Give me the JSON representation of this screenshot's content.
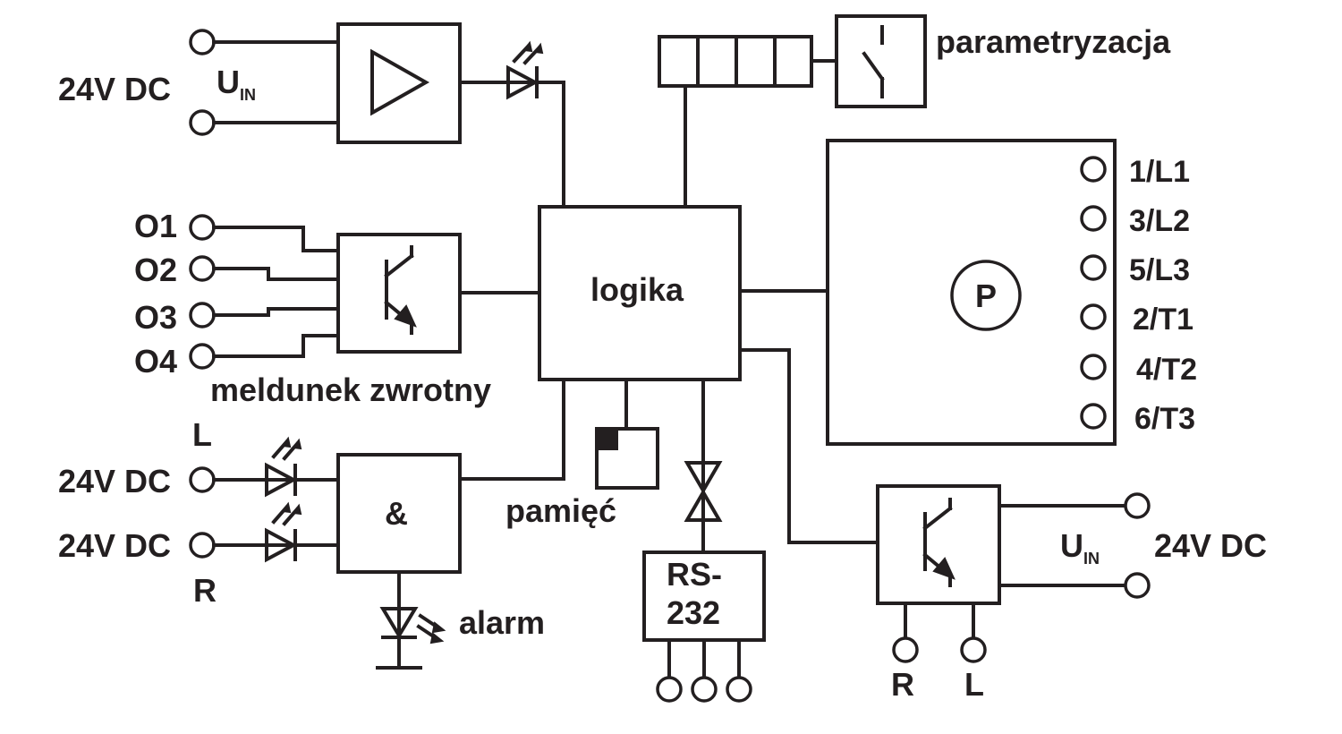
{
  "colors": {
    "ink": "#231f20",
    "background": "#ffffff"
  },
  "labels": {
    "supply_top": "24V DC",
    "uin_top_main": "U",
    "uin_top_sub": "IN",
    "parametrization": "parametryzacja",
    "feedback_inputs": [
      "O1",
      "O2",
      "O3",
      "O4"
    ],
    "feedback": "meldunek zwrotny",
    "logic": "logika",
    "motor_symbol": "P",
    "motor_terminals": [
      "1/L1",
      "3/L2",
      "5/L3",
      "2/T1",
      "4/T2",
      "6/T3"
    ],
    "left_label": "L",
    "supply_left_1": "24V DC",
    "supply_left_2": "24V DC",
    "right_label": "R",
    "and_gate": "&",
    "memory": "pamięć",
    "serial_line1": "RS-",
    "serial_line2": "232",
    "alarm": "alarm",
    "uin_right_main": "U",
    "uin_right_sub": "IN",
    "supply_right": "24V DC",
    "bottom_r": "R",
    "bottom_l": "L"
  },
  "icons": [
    "input-terminal-icon",
    "amplifier-icon",
    "led-icon",
    "switch-icon",
    "transistor-icon",
    "and-gate-icon",
    "memory-chip-icon",
    "bidirectional-valve-icon",
    "ground-icon",
    "motor-circle-icon"
  ]
}
